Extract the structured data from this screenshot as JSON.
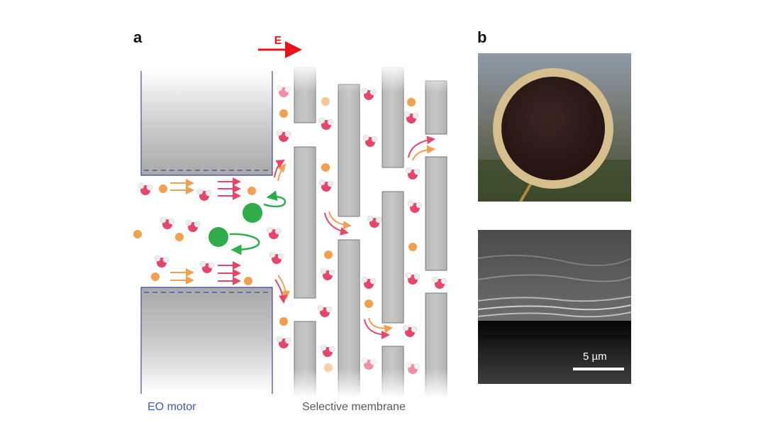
{
  "panel_a": {
    "label": "a",
    "field_label": "E",
    "captions": {
      "motor": "EO motor",
      "membrane": "Selective membrane"
    }
  },
  "panel_b": {
    "label": "b",
    "scale_bar_label": "5 µm"
  },
  "colors": {
    "field_arrow": "#e8141c",
    "motor_caption": "#3a5bb0",
    "membrane_caption": "#5a5a5a",
    "water_oxygen": "#e8456a",
    "cation": "#f3a04e",
    "large_ion": "#2fad4a",
    "arrow_red": "#e8456a",
    "arrow_orange": "#f3a04e",
    "arrow_green": "#2fad4a"
  }
}
